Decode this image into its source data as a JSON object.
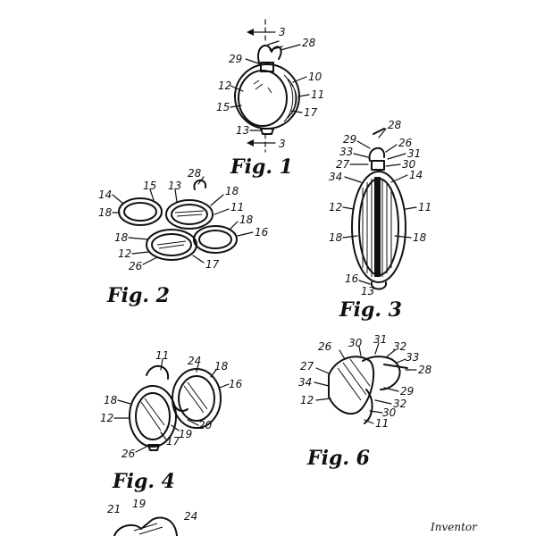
{
  "fig1": {
    "caption": "Fig. 1",
    "section": {
      "top_label": "3",
      "bottom_label": "3"
    },
    "numerals": [
      "28",
      "29",
      "10",
      "12",
      "11",
      "15",
      "17",
      "13"
    ]
  },
  "fig2": {
    "caption": "Fig. 2",
    "numerals": [
      "28",
      "14",
      "15",
      "13",
      "18",
      "18",
      "11",
      "18",
      "18",
      "16",
      "12",
      "26",
      "17"
    ]
  },
  "fig3": {
    "caption": "Fig. 3",
    "numerals": [
      "28",
      "29",
      "26",
      "33",
      "31",
      "27",
      "30",
      "34",
      "14",
      "12",
      "11",
      "18",
      "18",
      "16",
      "13"
    ]
  },
  "fig4": {
    "caption": "Fig. 4",
    "numerals": [
      "11",
      "24",
      "18",
      "16",
      "18",
      "12",
      "20",
      "17",
      "19",
      "26"
    ]
  },
  "fig5_partial": {
    "numerals": [
      "21",
      "19",
      "24"
    ]
  },
  "fig6": {
    "caption": "Fig. 6",
    "numerals": [
      "26",
      "30",
      "31",
      "32",
      "33",
      "27",
      "28",
      "34",
      "29",
      "12",
      "32",
      "30",
      "11"
    ]
  },
  "inventor_label": "Inventor"
}
